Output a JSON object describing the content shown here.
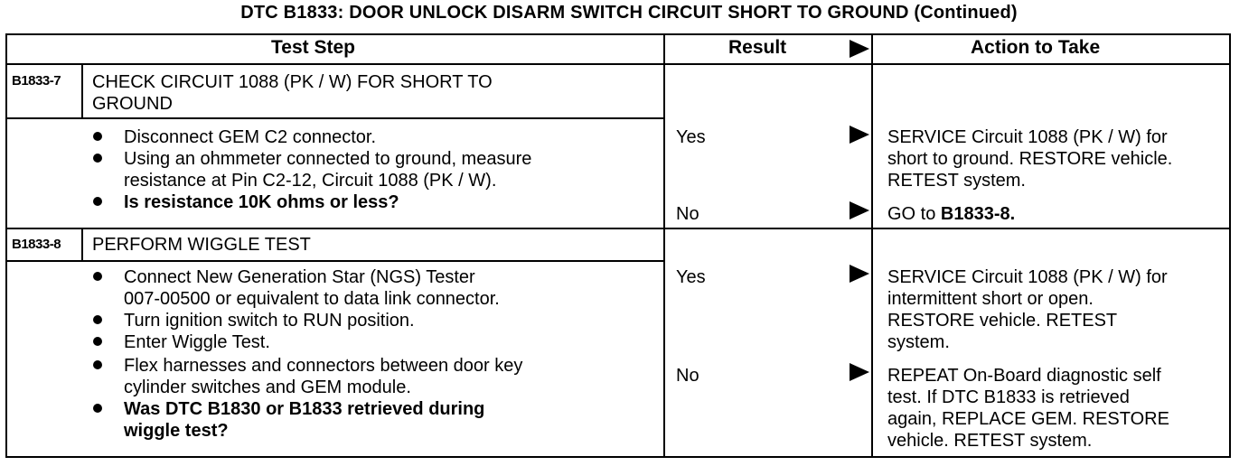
{
  "title": "DTC B1833: DOOR UNLOCK DISARM SWITCH CIRCUIT SHORT TO GROUND (Continued)",
  "headers": {
    "test_step": "Test Step",
    "result": "Result",
    "action": "Action to Take"
  },
  "steps": [
    {
      "id": "B1833-7",
      "title_line1": "CHECK CIRCUIT 1088 (PK / W) FOR SHORT TO",
      "title_line2": "GROUND",
      "bullets": [
        {
          "lines": [
            "Disconnect GEM C2 connector."
          ],
          "bold": false
        },
        {
          "lines": [
            "Using an ohmmeter connected to ground, measure",
            "resistance at Pin C2-12, Circuit 1088 (PK / W)."
          ],
          "bold": false
        },
        {
          "lines": [
            "Is resistance 10K ohms or less?"
          ],
          "bold": true
        }
      ],
      "results": [
        {
          "result": "Yes",
          "action_lines": [
            "SERVICE Circuit 1088 (PK / W) for",
            "short to ground. RESTORE vehicle.",
            "RETEST system."
          ]
        },
        {
          "result": "No",
          "action_prefix": "GO to ",
          "action_bold": "B1833-8."
        }
      ]
    },
    {
      "id": "B1833-8",
      "title_line1": "PERFORM WIGGLE TEST",
      "bullets": [
        {
          "lines": [
            "Connect New Generation Star (NGS) Tester",
            "007-00500 or equivalent to data link connector."
          ],
          "bold": false
        },
        {
          "lines": [
            "Turn ignition switch to RUN position."
          ],
          "bold": false
        },
        {
          "lines": [
            "Enter Wiggle Test."
          ],
          "bold": false
        },
        {
          "lines": [
            "Flex harnesses and connectors between door key",
            "cylinder switches and GEM module."
          ],
          "bold": false
        },
        {
          "lines": [
            "Was DTC B1830 or B1833 retrieved during",
            "wiggle test?"
          ],
          "bold": true
        }
      ],
      "results": [
        {
          "result": "Yes",
          "action_lines": [
            "SERVICE Circuit 1088 (PK / W) for",
            "intermittent short or open.",
            "RESTORE vehicle. RETEST",
            "system."
          ]
        },
        {
          "result": "No",
          "action_lines": [
            "REPEAT On-Board diagnostic self",
            "test. If DTC B1833 is retrieved",
            "again, REPLACE GEM. RESTORE",
            "vehicle. RETEST system."
          ]
        }
      ]
    }
  ]
}
